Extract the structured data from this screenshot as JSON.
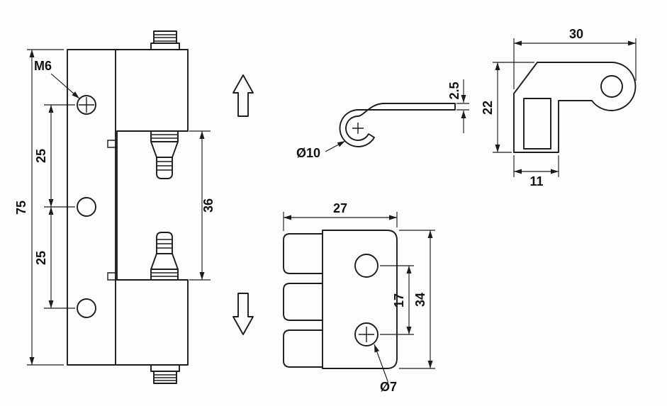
{
  "front_view": {
    "thread_label": "M6",
    "total_height": "75",
    "hole_pitch_upper": "25",
    "hole_pitch_lower": "25",
    "knuckle_gap": "36"
  },
  "profile_view": {
    "curl_diameter": "Ø10",
    "leaf_thickness": "2.5"
  },
  "corner_view": {
    "width": "30",
    "height": "22",
    "foot_width": "11"
  },
  "plate_view": {
    "width": "27",
    "hole_pitch": "17",
    "height": "34",
    "hole_diameter": "Ø7"
  },
  "colors": {
    "line": "#1c1c1c",
    "background": "#fdfdfd"
  }
}
